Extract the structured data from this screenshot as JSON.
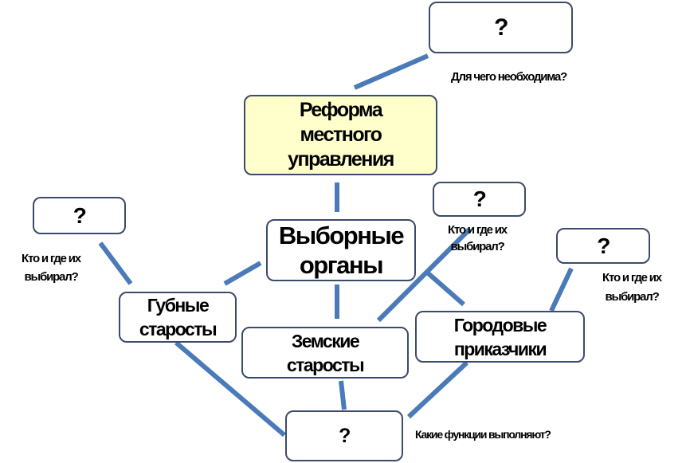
{
  "boxes": {
    "top_question": "?",
    "reform": [
      "Реформа",
      "местного",
      "управления"
    ],
    "elected": [
      "Выборные",
      "органы"
    ],
    "left_question": "?",
    "mid_question": "?",
    "right_question": "?",
    "gubnye": [
      "Губные",
      "старосты"
    ],
    "zemskie": [
      "Земские",
      "старосты"
    ],
    "gorodovye": [
      "Городовые",
      "приказчики"
    ],
    "bottom_question": "?"
  },
  "notes": {
    "why_needed": "Для чего необходима?",
    "who_elected_left": [
      "Кто и где их",
      "выбирал?"
    ],
    "who_elected_mid": [
      "Кто и где их",
      "выбирал?"
    ],
    "who_elected_right": [
      "Кто и где их",
      "выбирал?"
    ],
    "functions": "Какие функции выполняют?"
  },
  "colors": {
    "connector": "#4a7ab8",
    "box_border": "#3b4b6b",
    "highlight_fill": "#ffffcc"
  }
}
